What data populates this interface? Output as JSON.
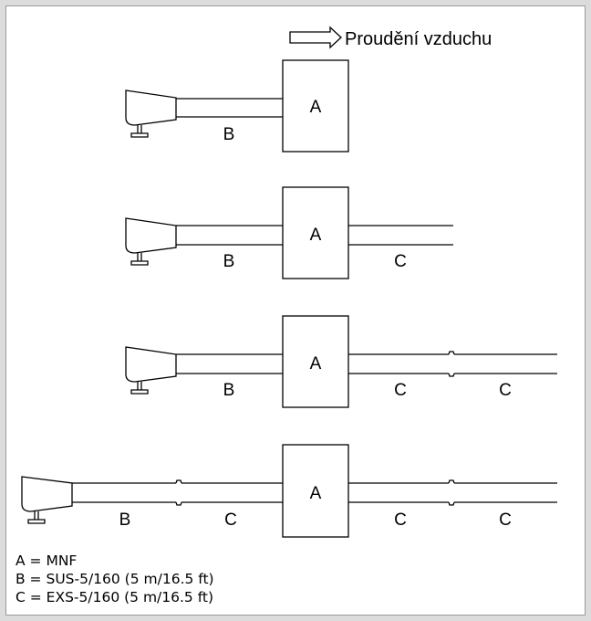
{
  "flow_label": "Proudění vzduchu",
  "rows": [
    {
      "labels": [
        "A",
        "B"
      ]
    },
    {
      "labels": [
        "A",
        "B",
        "C"
      ]
    },
    {
      "labels": [
        "A",
        "B",
        "C",
        "C"
      ]
    },
    {
      "labels": [
        "A",
        "B",
        "C",
        "C",
        "C"
      ]
    }
  ],
  "legend": [
    "A = MNF",
    "B = SUS-5/160 (5 m/16.5 ft)",
    "C = EXS-5/160 (5 m/16.5 ft)"
  ]
}
